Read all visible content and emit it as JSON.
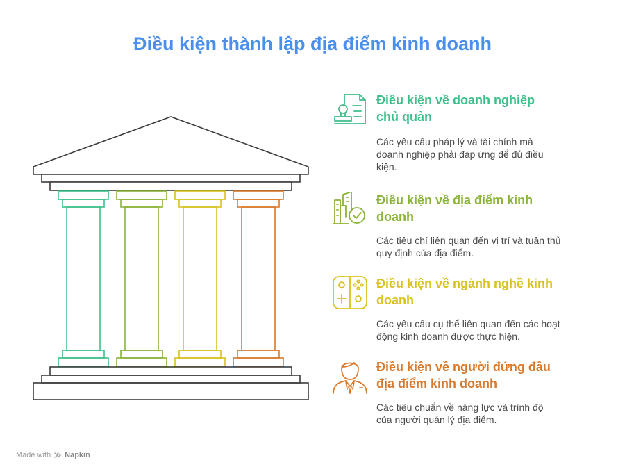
{
  "title": "Điều kiện thành lập địa điểm kinh doanh",
  "colors": {
    "title": "#4a8fee",
    "outline": "#3c3c3c",
    "green": "#3dbf8a",
    "olive": "#8ab33a",
    "yellow": "#d8c21e",
    "orange": "#d9792c"
  },
  "items": [
    {
      "icon": "document-stamp-icon",
      "heading": "Điều kiện về doanh nghiệp chủ quản",
      "text": "Các yêu cầu pháp lý và tài chính mà doanh nghiệp phải đáp ứng để đủ điều kiện.",
      "color": "#3dbf8a"
    },
    {
      "icon": "building-check-icon",
      "heading": "Điều kiện về địa điểm kinh doanh",
      "text": "Các tiêu chí liên quan đến vị trí và tuân thủ quy định của địa điểm.",
      "color": "#8ab33a"
    },
    {
      "icon": "game-controller-icon",
      "heading": "Điều kiện về ngành nghề kinh doanh",
      "text": "Các yêu cầu cụ thể liên quan đến các hoạt động kinh doanh được thực hiện.",
      "color": "#d8c21e"
    },
    {
      "icon": "businessman-icon",
      "heading": "Điều kiện về người đứng đầu địa điểm kinh doanh",
      "text": "Các tiêu chuẩn về năng lực và trình độ của người quản lý địa điểm.",
      "color": "#d9792c"
    }
  ],
  "footer": {
    "prefix": "Made with",
    "brand": "Napkin",
    "logo_icon": "napkin-logo-icon"
  }
}
